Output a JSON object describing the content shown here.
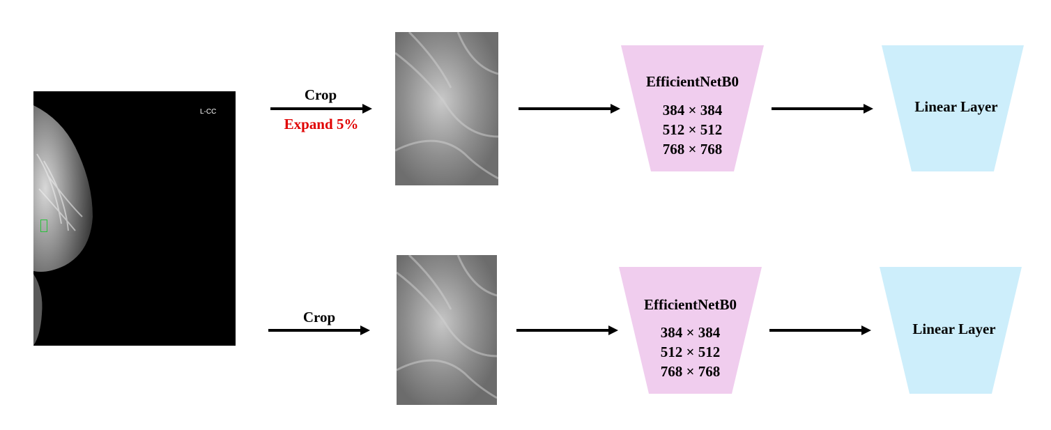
{
  "mammogram": {
    "view_label": "L-CC"
  },
  "branches": [
    {
      "crop_label": "Crop",
      "expand_label": "Expand 5%",
      "encoder": {
        "name": "EfficientNetB0",
        "sizes": [
          "384 × 384",
          "512 × 512",
          "768 × 768"
        ]
      },
      "head": "Linear Layer"
    },
    {
      "crop_label": "Crop",
      "encoder": {
        "name": "EfficientNetB0",
        "sizes": [
          "384 × 384",
          "512 × 512",
          "768 × 768"
        ]
      },
      "head": "Linear Layer"
    }
  ],
  "colors": {
    "encoder_fill": "#f0cdee",
    "head_fill": "#cdeefb",
    "expand_text": "#e00000",
    "roi_box": "#27c23a"
  }
}
